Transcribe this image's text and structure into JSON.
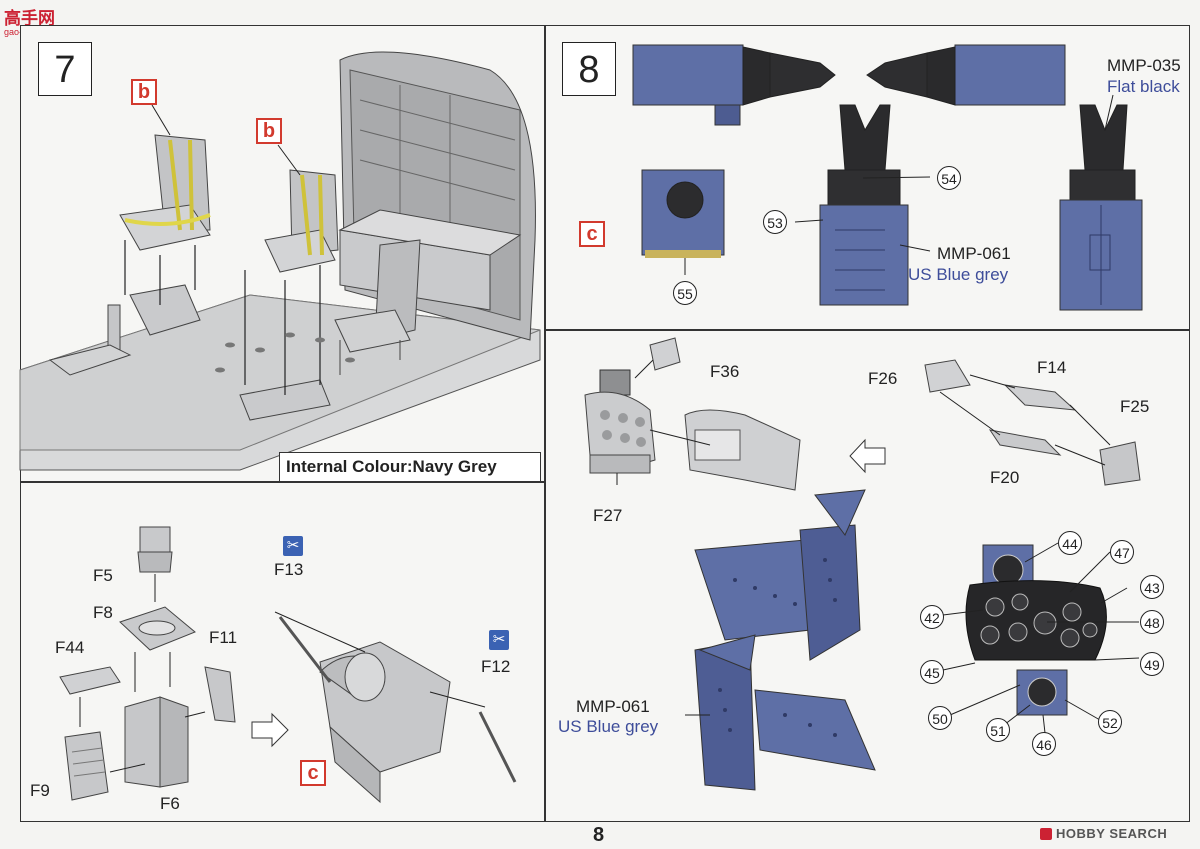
{
  "watermark": {
    "top_brand": "高手网",
    "top_url": "gao-shou.com",
    "bottom_brand": "HOBBY SEARCH"
  },
  "page_number": "8",
  "colors": {
    "navy_grey": "#c5c7c9",
    "us_blue_grey": "#5e6fa6",
    "flat_black": "#222222",
    "red_tag": "#d23a2e"
  },
  "step7": {
    "number": "7",
    "tag_b1": "b",
    "tag_b2": "b",
    "tag_c": "c",
    "internal_colour": "Internal Colour:Navy Grey",
    "parts": {
      "f5": "F5",
      "f8": "F8",
      "f11": "F11",
      "f44": "F44",
      "f9": "F9",
      "f6": "F6",
      "f13": "F13",
      "f12": "F12"
    }
  },
  "step8": {
    "number": "8",
    "tag_c": "c",
    "mmp035_code": "MMP-035",
    "mmp035_name": "Flat black",
    "mmp061_code": "MMP-061",
    "mmp061_name": "US Blue grey",
    "mmp061b_code": "MMP-061",
    "mmp061b_name": "US Blue grey",
    "callouts": {
      "c54": "54",
      "c53": "53",
      "c55": "55",
      "c44": "44",
      "c47": "47",
      "c43": "43",
      "c42": "42",
      "c48": "48",
      "c45": "45",
      "c49": "49",
      "c50": "50",
      "c51": "51",
      "c52": "52",
      "c46": "46"
    },
    "parts": {
      "f36": "F36",
      "f27": "F27",
      "f26": "F26",
      "f14": "F14",
      "f25": "F25",
      "f20": "F20"
    }
  }
}
